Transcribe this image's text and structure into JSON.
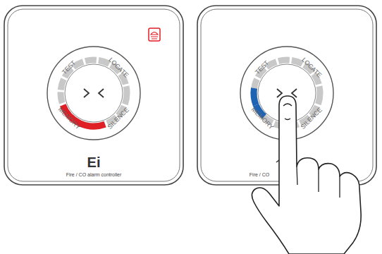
{
  "diagram": {
    "labels": [
      "TEST",
      "LOCATE",
      "MEMORY",
      "SILENCE",
      "Ei",
      "Fire / CO alarm controller",
      "TEST",
      "LOCATE",
      "MEMORY",
      "SILENCE",
      "Fire / CO"
    ]
  }
}
